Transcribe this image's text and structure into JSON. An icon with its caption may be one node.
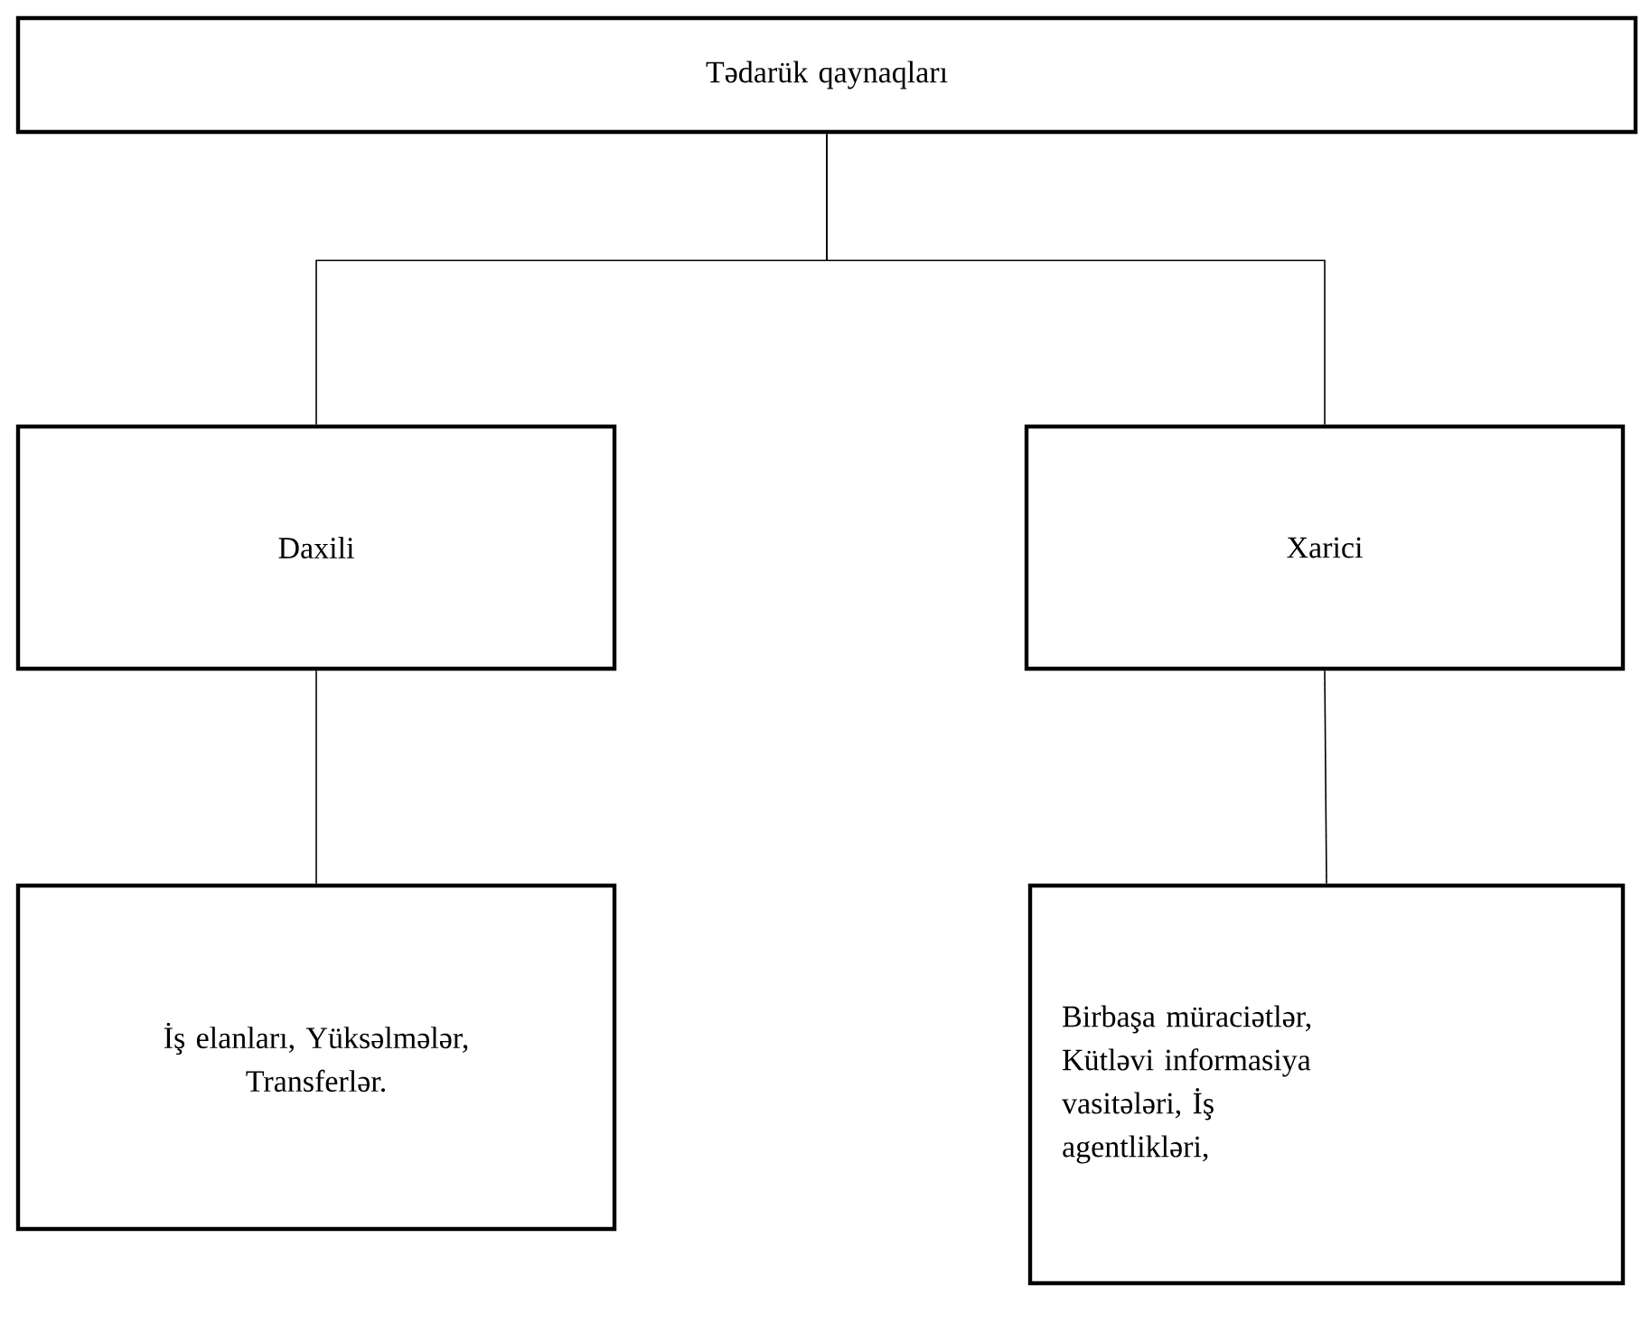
{
  "diagram": {
    "nodes": [
      {
        "text": [
          "Tədarük qaynaqları"
        ]
      },
      {
        "text": [
          "Daxili"
        ]
      },
      {
        "text": [
          "Xarici"
        ]
      },
      {
        "text": [
          "İş elanları, Yüksəlmələr, Transferlər."
        ]
      },
      {
        "text": [
          "Birbaşa müraciətlər, Kütləvi informasiya vasitələri, İş agentlikləri,"
        ]
      }
    ],
    "edges": [
      {
        "from": 0,
        "to": 1,
        "arrow": "none"
      },
      {
        "from": 0,
        "to": 2,
        "arrow": "none"
      },
      {
        "from": 1,
        "to": 3,
        "arrow": "none"
      },
      {
        "from": 2,
        "to": 4,
        "arrow": "none"
      }
    ]
  }
}
